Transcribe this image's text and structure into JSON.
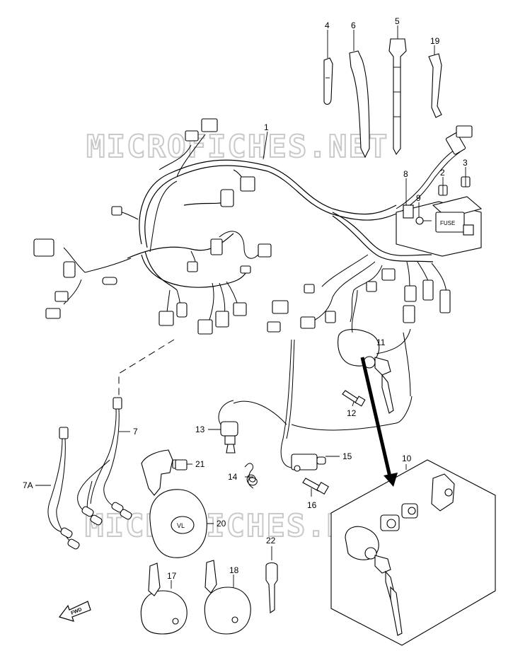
{
  "watermark": {
    "top": "MICROFICHES.NET",
    "bottom": "MICROFICHES.NET"
  },
  "fwd_label": "FWD",
  "part_labels": {
    "p1": "1",
    "p2": "2",
    "p3": "3",
    "p4": "4",
    "p5": "5",
    "p6": "6",
    "p7": "7",
    "p7a": "7A",
    "p8": "8",
    "p9": "9",
    "p10": "10",
    "p11": "11",
    "p12": "12",
    "p13": "13",
    "p14": "14",
    "p15": "15",
    "p16": "16",
    "p17": "17",
    "p18": "18",
    "p19": "19",
    "p20": "20",
    "p21": "21",
    "p22": "22"
  },
  "horn_badge": "VL",
  "fuse_box_label": "FUSE"
}
